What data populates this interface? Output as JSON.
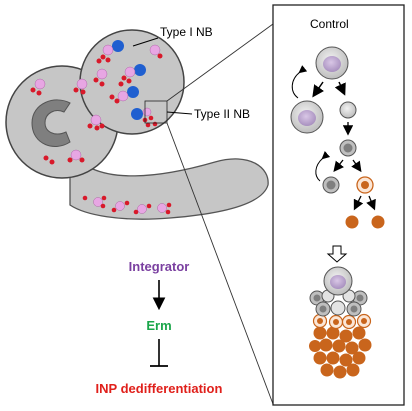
{
  "labels": {
    "type1": "Type I NB",
    "type2": "Type II NB",
    "control": "Control"
  },
  "pathway": {
    "integrator": "Integrator",
    "erm": "Erm",
    "outcome": "INP dedifferentiation"
  },
  "colors": {
    "integrator": "#7a3fa0",
    "erm": "#1aa64a",
    "outcome": "#e0201b",
    "nb_blue": "#1f5fd0",
    "cell_pink": "#e7a6e3",
    "cell_red": "#d8192a",
    "lobe_gray": "#c6c6c6",
    "dark_gray": "#808080",
    "orange": "#c9651c"
  }
}
